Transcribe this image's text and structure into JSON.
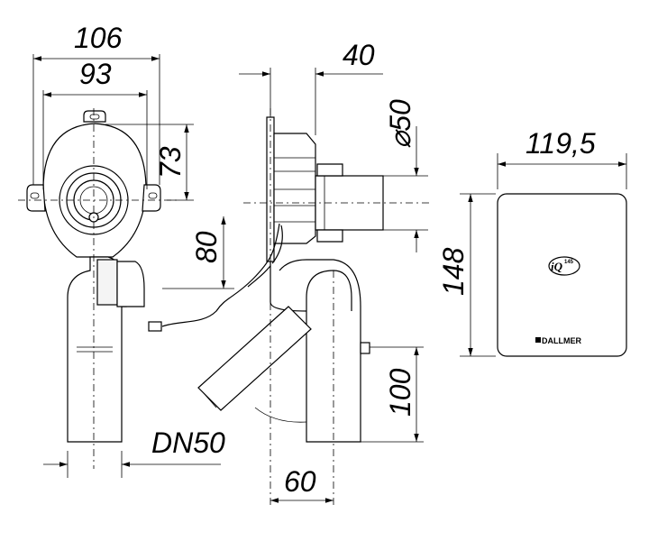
{
  "dimensions": {
    "front_outer_width": "106",
    "front_inner_width": "93",
    "front_height_top": "73",
    "front_height_mid": "80",
    "side_flange_depth": "40",
    "side_pipe_diameter": "⌀50",
    "side_bottom_offset": "60",
    "side_outlet_height": "100",
    "outlet_size": "DN50",
    "cover_width": "119,5",
    "cover_height": "148"
  },
  "cover_plate": {
    "logo_main": "iQ",
    "logo_sup": "145",
    "brand": "DALLMER"
  }
}
